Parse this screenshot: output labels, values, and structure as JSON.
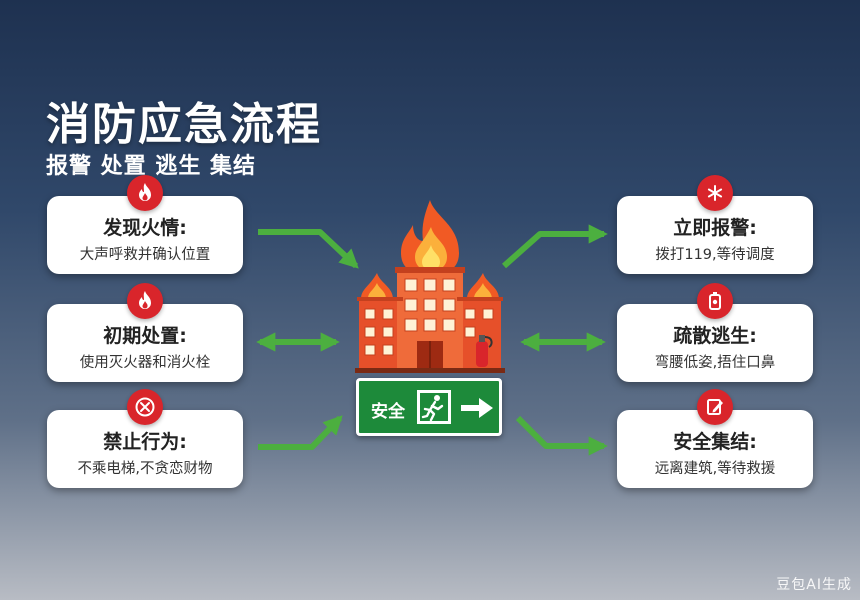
{
  "header": {
    "title": "消防应急流程",
    "subtitle": "报警 处置 逃生 集结"
  },
  "colors": {
    "badge_red": "#d9252b",
    "arrow_green": "#4caf3f",
    "exit_green": "#1d8a3a"
  },
  "left_cards": [
    {
      "title": "发现火情:",
      "desc": "大声呼救并确认位置",
      "icon": "flame-icon"
    },
    {
      "title": "初期处置:",
      "desc": "使用灭火器和消火栓",
      "icon": "flame-icon"
    },
    {
      "title": "禁止行为:",
      "desc": "不乘电梯,不贪恋财物",
      "icon": "prohibited-x-icon"
    }
  ],
  "right_cards": [
    {
      "title": "立即报警:",
      "desc": "拨打119,等待调度",
      "icon": "alarm-star-icon"
    },
    {
      "title": "疏散逃生:",
      "desc": "弯腰低姿,捂住口鼻",
      "icon": "extinguisher-icon"
    },
    {
      "title": "安全集结:",
      "desc": "远离建筑,等待救援",
      "icon": "checklist-pen-icon"
    }
  ],
  "exit_sign": {
    "label": "安全"
  },
  "watermark": "豆包AI生成"
}
